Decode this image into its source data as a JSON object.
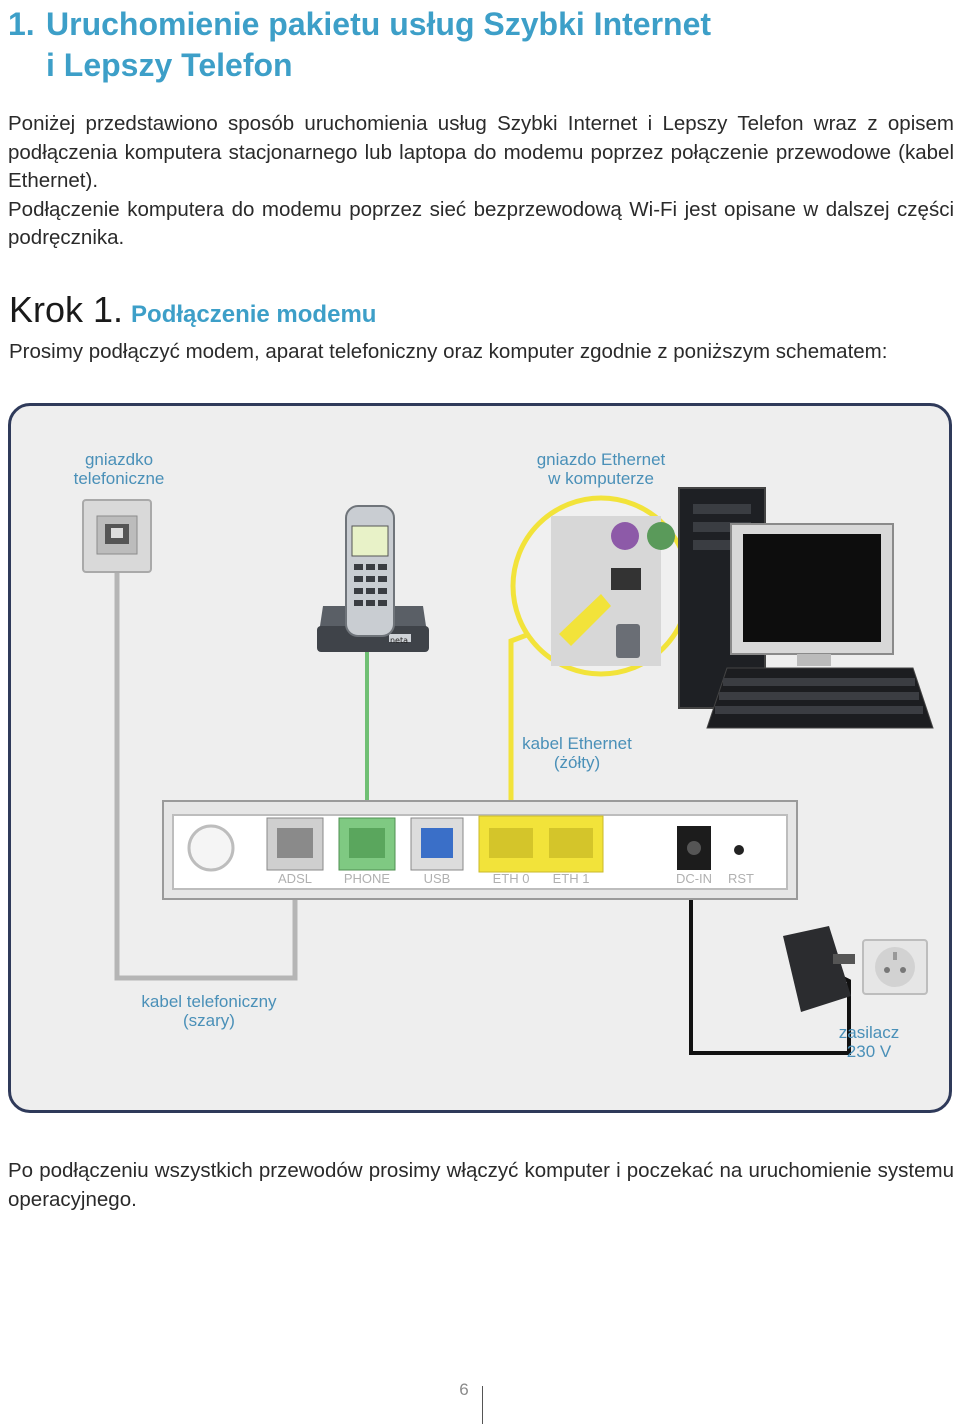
{
  "title": {
    "number": "1.",
    "line1": "Uruchomienie pakietu usług Szybki Internet",
    "line2": "i Lepszy Telefon"
  },
  "intro": {
    "p1": "Poniżej przedstawiono sposób uruchomienia usług Szybki Internet i Lepszy Telefon wraz z opisem podłączenia komputera stacjonarnego lub laptopa do modemu poprzez połączenie przewodowe (kabel Ethernet).",
    "p2": "Podłączenie komputera do modemu poprzez sieć bezprzewodową Wi-Fi jest opisane w dalszej części podręcznika."
  },
  "step": {
    "label": "Krok 1.",
    "subtitle": "Podłączenie modemu",
    "instruction": "Prosimy podłączyć modem, aparat telefoniczny oraz komputer zgodnie z poniższym schematem:"
  },
  "diagram": {
    "labels": {
      "wall_socket": [
        "gniazdko",
        "telefoniczne"
      ],
      "ethernet_port": [
        "gniazdo Ethernet",
        "w komputerze"
      ],
      "ethernet_cable": [
        "kabel Ethernet",
        "(żółty)"
      ],
      "phone_cable": [
        "kabel telefoniczny",
        "(szary)"
      ],
      "power_adapter": [
        "zasilacz",
        "230 V"
      ]
    },
    "phone_brand": "neta",
    "modem_ports": [
      "ADSL",
      "PHONE",
      "USB",
      "ETH 0",
      "ETH 1",
      "DC-IN",
      "RST"
    ],
    "colors": {
      "label_blue": "#4a90b8",
      "ethernet_yellow": "#f2e33a",
      "phone_green": "#6fbf73",
      "usb_blue": "#3a6fc8",
      "cable_gray": "#b5b5b5",
      "power_black": "#111111"
    }
  },
  "outro": "Po podłączeniu wszystkich przewodów prosimy włączyć komputer i poczekać na uruchomienie systemu operacyjnego.",
  "page_number": "6"
}
